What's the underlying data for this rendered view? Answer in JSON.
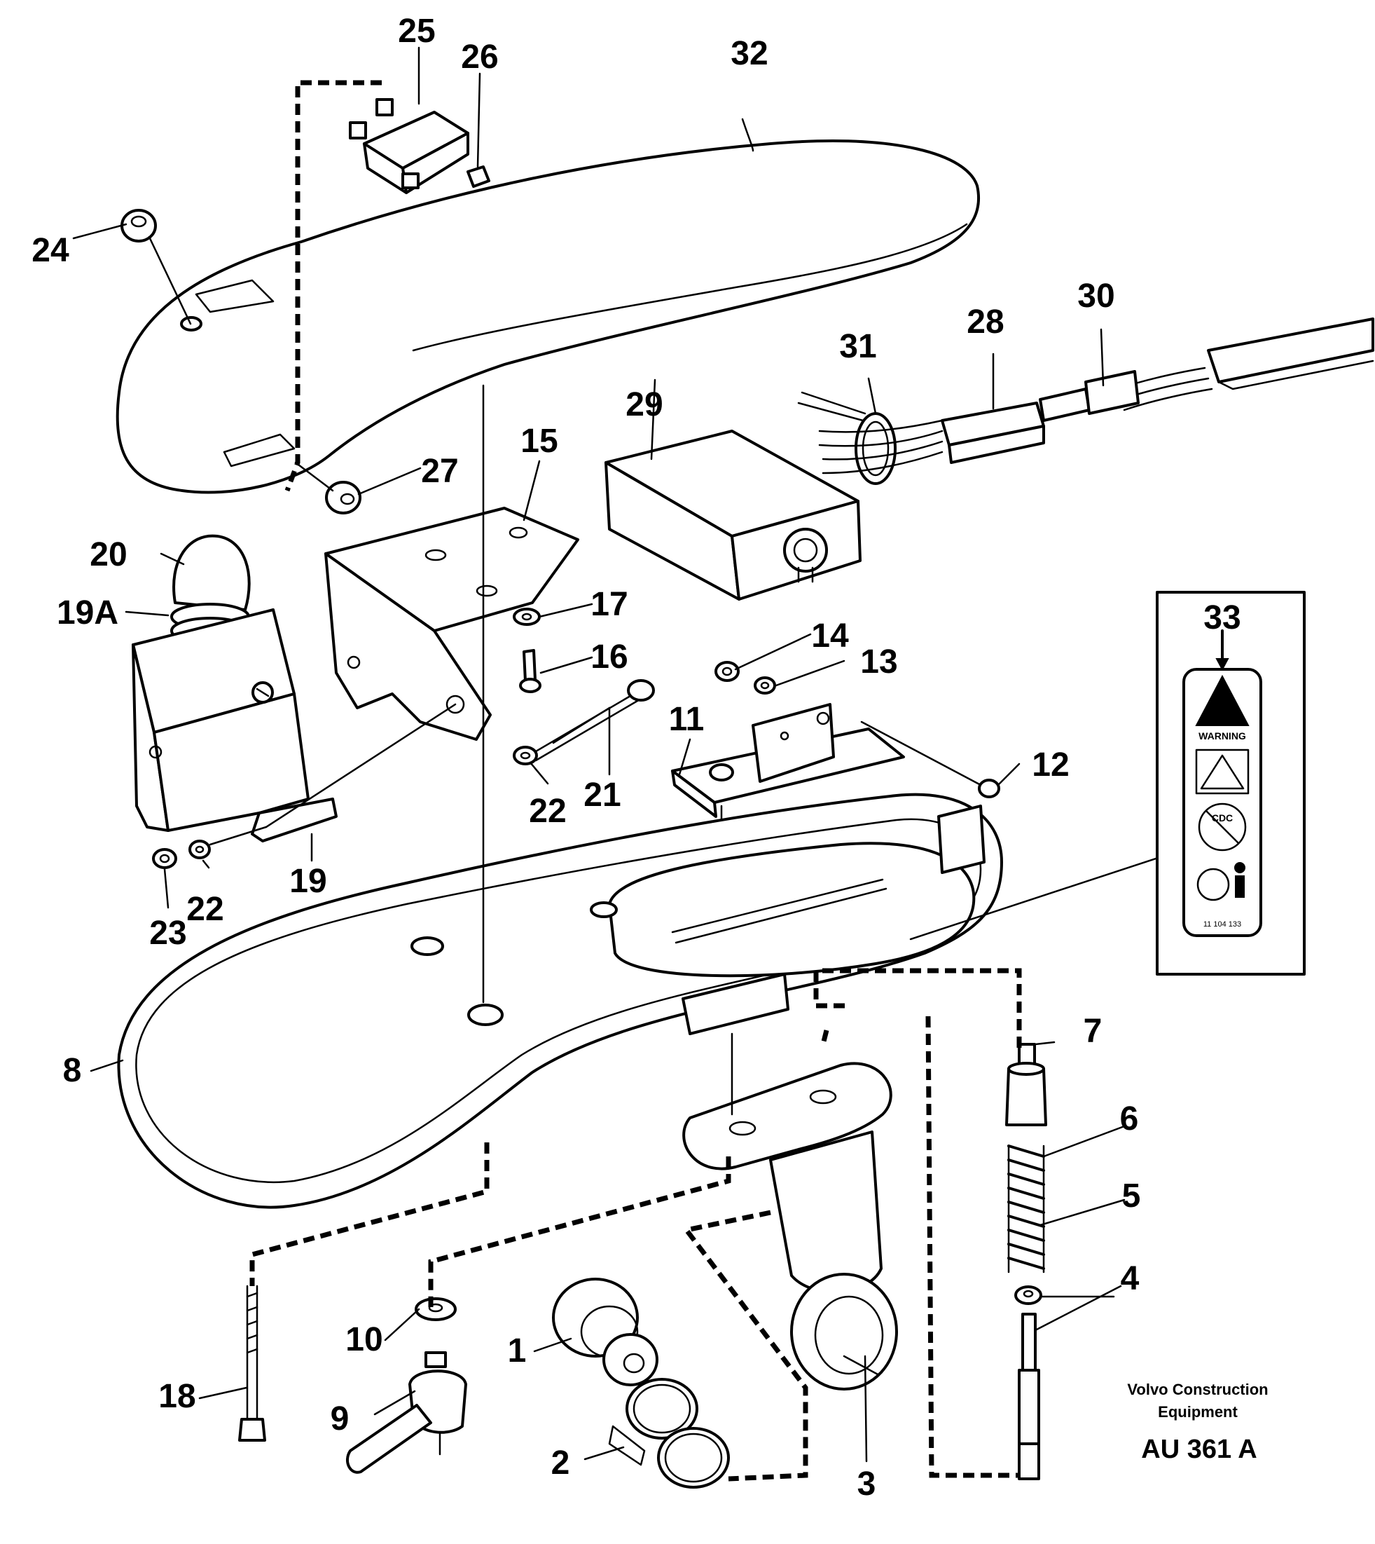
{
  "labels": {
    "l1": "1",
    "l2": "2",
    "l3": "3",
    "l4": "4",
    "l5": "5",
    "l6": "6",
    "l7": "7",
    "l8": "8",
    "l9": "9",
    "l10": "10",
    "l11": "11",
    "l12": "12",
    "l13": "13",
    "l14": "14",
    "l15": "15",
    "l16": "16",
    "l17": "17",
    "l18": "18",
    "l19": "19",
    "l19a": "19A",
    "l20": "20",
    "l21": "21",
    "l22a": "22",
    "l22b": "22",
    "l23": "23",
    "l24": "24",
    "l25": "25",
    "l26": "26",
    "l27": "27",
    "l28": "28",
    "l29": "29",
    "l30": "30",
    "l31": "31",
    "l32": "32",
    "l33": "33"
  },
  "decal": {
    "warning_text": "WARNING",
    "symbol_text": "CDC",
    "part_number": "11 104 133"
  },
  "footer": {
    "brand_line1": "Volvo Construction",
    "brand_line2": "Equipment",
    "drawing_code": "AU 361 A"
  }
}
